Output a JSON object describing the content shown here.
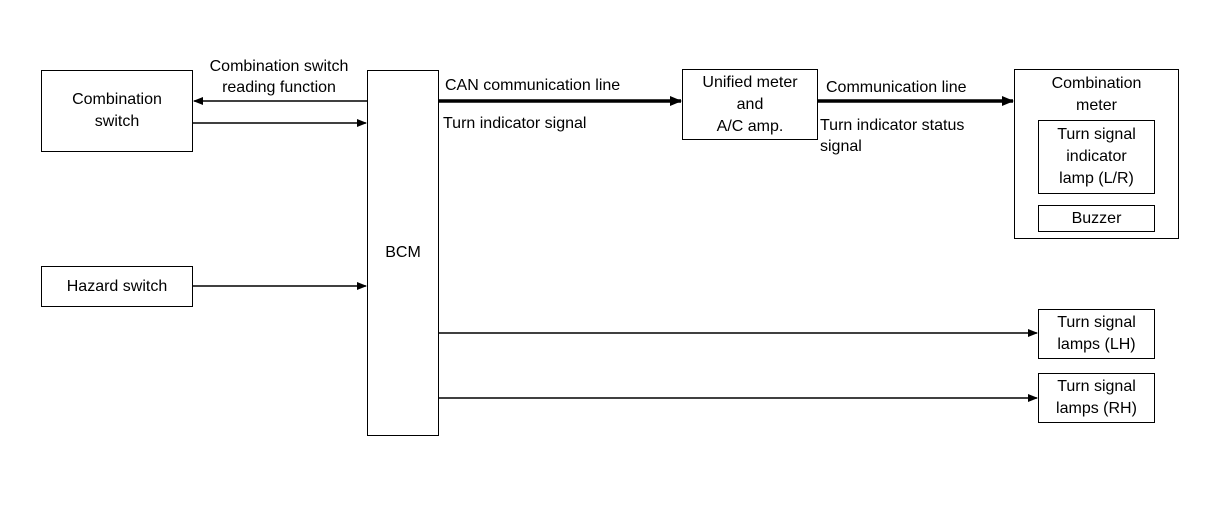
{
  "blocks": {
    "combination_switch": [
      "Combination",
      "switch"
    ],
    "hazard_switch": "Hazard switch",
    "bcm": "BCM",
    "unified_meter": [
      "Unified meter",
      "and",
      "A/C amp."
    ],
    "combination_meter": [
      "Combination",
      "meter"
    ],
    "turn_signal_indicator_lamp": [
      "Turn signal",
      "indicator",
      "lamp (L/R)"
    ],
    "buzzer": "Buzzer",
    "turn_signal_lamps_lh": [
      "Turn signal",
      "lamps (LH)"
    ],
    "turn_signal_lamps_rh": [
      "Turn signal",
      "lamps (RH)"
    ]
  },
  "signals": {
    "combination_switch_reading": [
      "Combination switch",
      "reading function"
    ],
    "can_communication_line": "CAN communication line",
    "turn_indicator_signal": "Turn indicator signal",
    "communication_line": "Communication line",
    "turn_indicator_status_signal": [
      "Turn indicator status",
      "signal"
    ]
  }
}
